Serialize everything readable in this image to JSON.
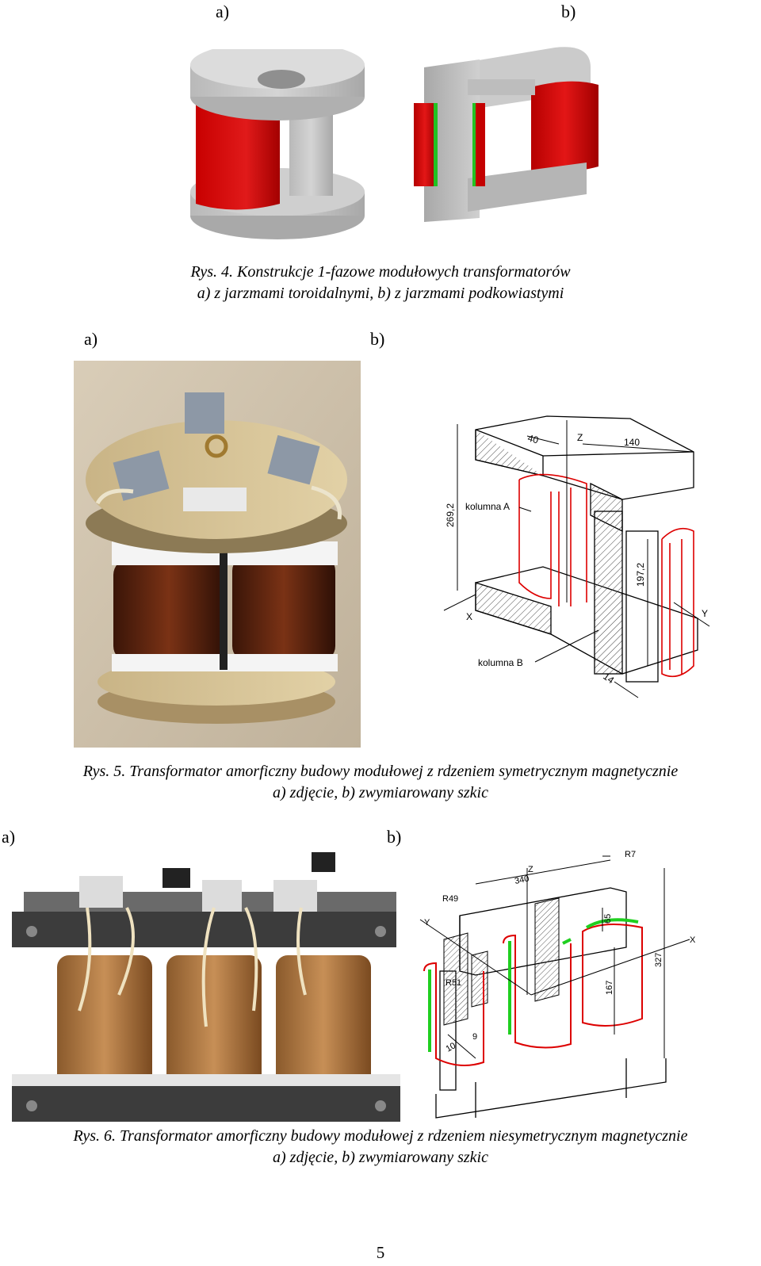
{
  "fig4": {
    "label_a": "a)",
    "label_b": "b)",
    "caption_line1": "Rys. 4. Konstrukcje 1-fazowe modułowych transformatorów",
    "caption_line2": "a) z jarzmami toroidalnymi,  b) z jarzmami podkowiastymi"
  },
  "fig5": {
    "label_a": "a)",
    "label_b": "b)",
    "sketch": {
      "dim_40": "40",
      "axis_z": "Z",
      "dim_140": "140",
      "dim_269": "269,2",
      "kolumna_a": "kolumna A",
      "dim_197": "197,2",
      "axis_x": "X",
      "axis_y": "Y",
      "kolumna_b": "kolumna B",
      "dim_14": "14"
    },
    "caption_line1": "Rys. 5. Transformator amorficzny budowy modułowej z rdzeniem symetrycznym magnetycznie",
    "caption_line2": "a)   zdjęcie, b) zwymiarowany szkic"
  },
  "fig6": {
    "label_a": "a)",
    "label_b": "b)",
    "sketch": {
      "dim_r7": "R7",
      "dim_340": "340",
      "axis_z": "Z",
      "dim_r49": "R49",
      "axis_y": "Y",
      "dim_65": "65",
      "axis_x": "X",
      "dim_327": "327",
      "dim_r51": "R51",
      "dim_167": "167",
      "dim_10": "10",
      "dim_9": "9"
    },
    "caption_line1": "Rys. 6. Transformator amorficzny budowy modułowej z rdzeniem niesymetrycznym magnetycznie",
    "caption_line2": "a) zdjęcie,  b) zwymiarowany szkic"
  },
  "page_number": "5"
}
